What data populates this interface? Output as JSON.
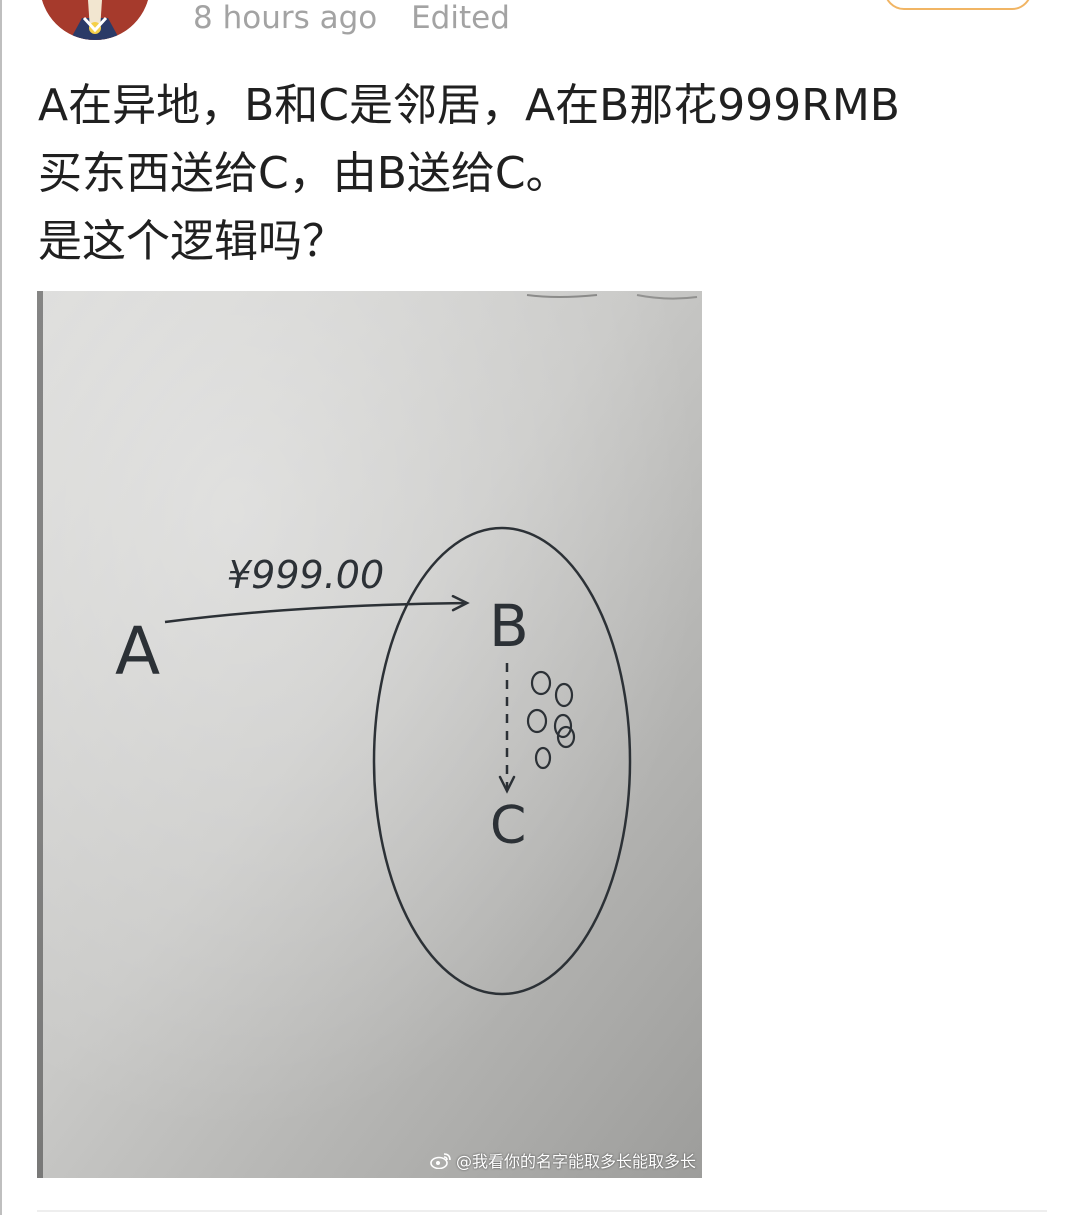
{
  "post": {
    "timestamp": "8 hours ago",
    "edited_label": "Edited",
    "text_lines": [
      "A在异地，B和C是邻居，A在B那花999RMB",
      "买东西送给C，由B送给C。",
      "是这个逻辑吗？"
    ]
  },
  "photo": {
    "handwriting": {
      "label_a": "A",
      "label_b": "B",
      "label_c": "C",
      "amount": "¥999.00"
    },
    "watermark": "@我看你的名字能取多长能取多长"
  },
  "icons": {
    "avatar": "avatar",
    "watermark": "weibo-icon"
  },
  "colors": {
    "follow_border": "#f1b564",
    "meta_text": "#a3a3a3"
  }
}
